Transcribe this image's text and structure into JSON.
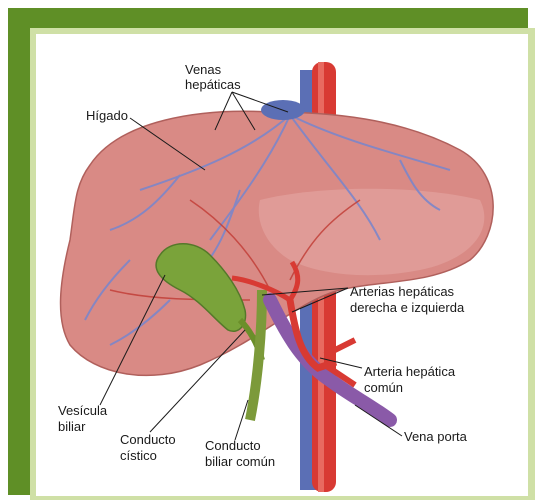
{
  "labels": {
    "venas_hepaticas_1": "Venas",
    "venas_hepaticas_2": "hepáticas",
    "higado": "Hígado",
    "arterias_1": "Arterias hepáticas",
    "arterias_2": "derecha e izquierda",
    "arteria_comun_1": "Arteria hepática",
    "arteria_comun_2": "común",
    "vesicula_1": "Vesícula",
    "vesicula_2": "biliar",
    "cistico_1": "Conducto",
    "cistico_2": "cístico",
    "biliar_comun_1": "Conducto",
    "biliar_comun_2": "biliar común",
    "vena_porta": "Vena porta"
  },
  "colors": {
    "frame_dark": "#5f8f26",
    "frame_light": "#cfe0a6",
    "liver": "#d98a85",
    "artery": "#d83a33",
    "vein": "#5b6fb5",
    "portal": "#8a5aa8",
    "gallbladder": "#7aa33a"
  }
}
